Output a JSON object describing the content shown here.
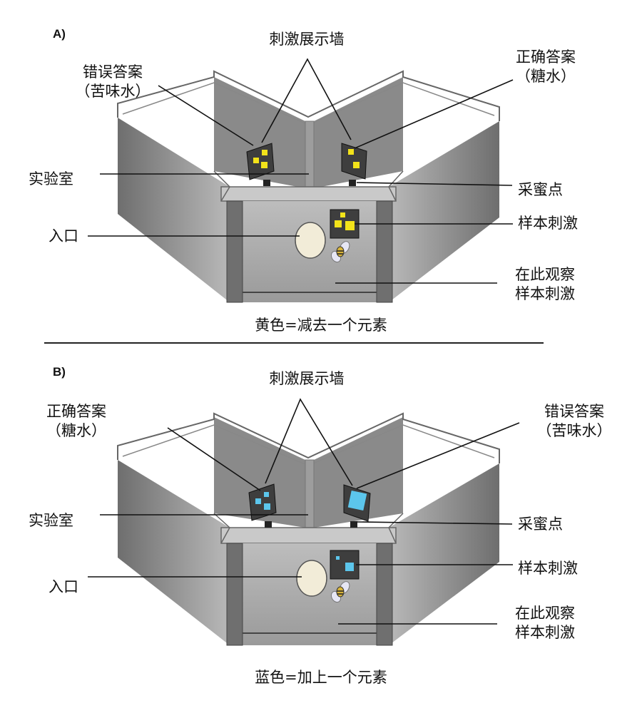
{
  "panels": [
    {
      "letter": "A)",
      "wall_title": "刺激展示墙",
      "left_answer": [
        "错误答案",
        "（苦味水）"
      ],
      "right_answer": [
        "正确答案",
        "（糖水）"
      ],
      "lab": "实验室",
      "feeder": "采蜜点",
      "sample": "样本刺激",
      "entrance": "入口",
      "observe": [
        "在此观察",
        "样本刺激"
      ],
      "caption": "黄色=减去一个元素",
      "stimulus_color": "#f2e21a"
    },
    {
      "letter": "B)",
      "wall_title": "刺激展示墙",
      "left_answer": [
        "正确答案",
        "（糖水）"
      ],
      "right_answer": [
        "错误答案",
        "（苦味水）"
      ],
      "lab": "实验室",
      "feeder": "采蜜点",
      "sample": "样本刺激",
      "entrance": "入口",
      "observe": [
        "在此观察",
        "样本刺激"
      ],
      "caption": "蓝色=加上一个元素",
      "stimulus_color": "#5cc6ec"
    }
  ]
}
